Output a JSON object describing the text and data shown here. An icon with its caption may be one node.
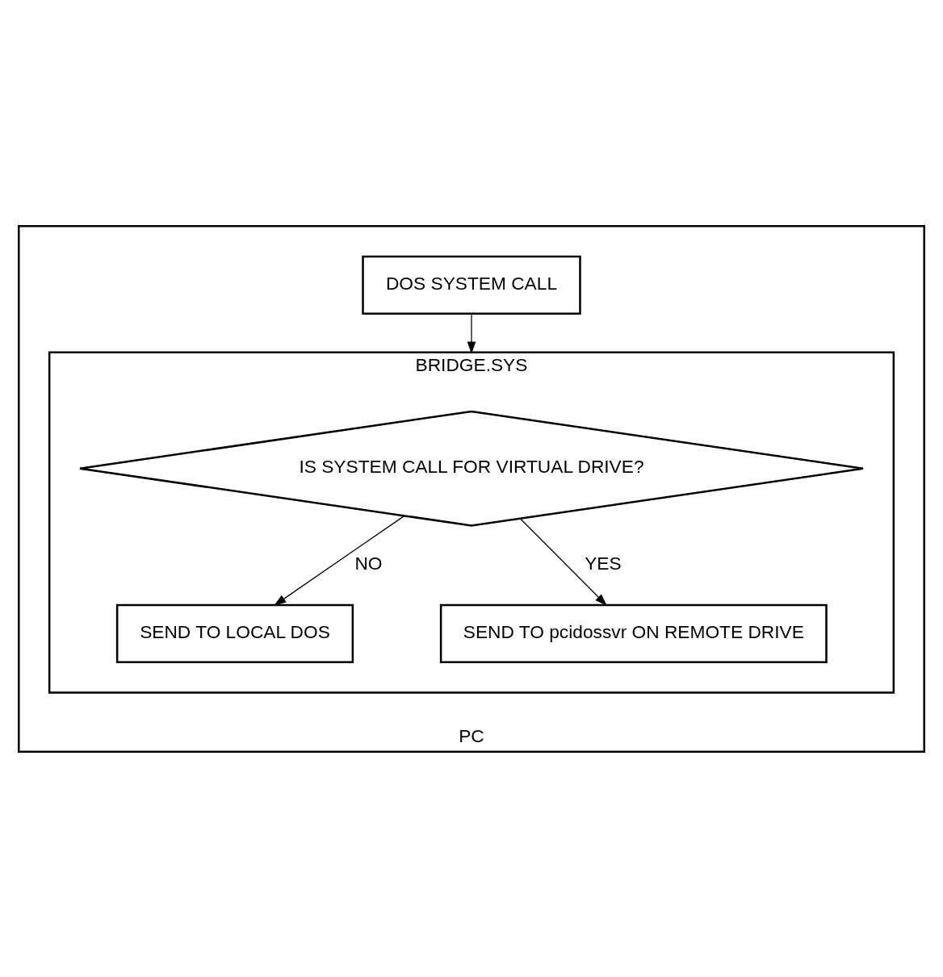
{
  "diagram": {
    "nodes": [
      {
        "text": [
          "PC"
        ]
      },
      {
        "text": [
          "DOS SYSTEM CALL"
        ],
        "in": 0
      },
      {
        "text": [
          "BRIDGE.SYS"
        ],
        "in": 0
      },
      {
        "text": [
          "IS SYSTEM CALL FOR VIRTUAL DRIVE?"
        ],
        "in": 2
      },
      {
        "text": [
          "SEND TO LOCAL DOS"
        ],
        "in": 2
      },
      {
        "text": [
          "SEND TO pcidossvr ON REMOTE DRIVE"
        ],
        "in": 2
      }
    ],
    "edges": [
      {
        "from": 1,
        "to": 2,
        "arrow": "to"
      },
      {
        "from": 3,
        "to": 4,
        "label": "NO",
        "arrow": "to"
      },
      {
        "from": 3,
        "to": 5,
        "label": "YES",
        "arrow": "to"
      }
    ]
  }
}
